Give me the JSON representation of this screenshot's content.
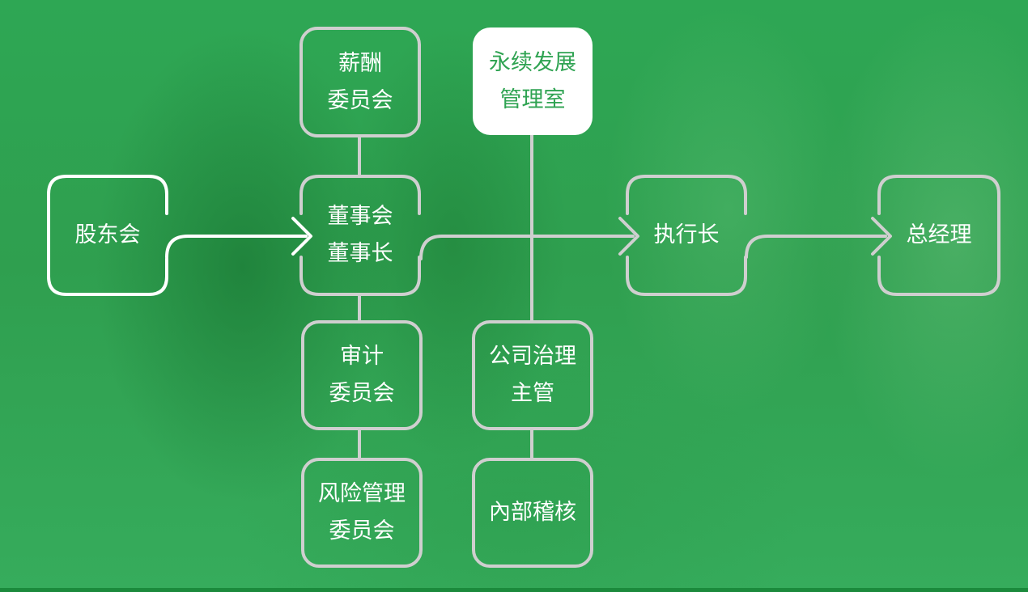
{
  "colors": {
    "background": "#2ea754",
    "box_border": "#cfcfcf",
    "highlight_box": "#ffffff",
    "highlight_text": "#2fa352",
    "text": "#ffffff"
  },
  "nodes": {
    "shareholders": "股东会",
    "compensation_committee": "薪酬\n委员会",
    "board": "董事会\n董事长",
    "audit_committee": "审计\n委员会",
    "risk_committee": "风险管理\n委员会",
    "sustainability_office": "永续发展\n管理室",
    "governance_officer": "公司治理\n主管",
    "internal_audit": "內部稽核",
    "ceo": "执行长",
    "general_manager": "总经理"
  }
}
